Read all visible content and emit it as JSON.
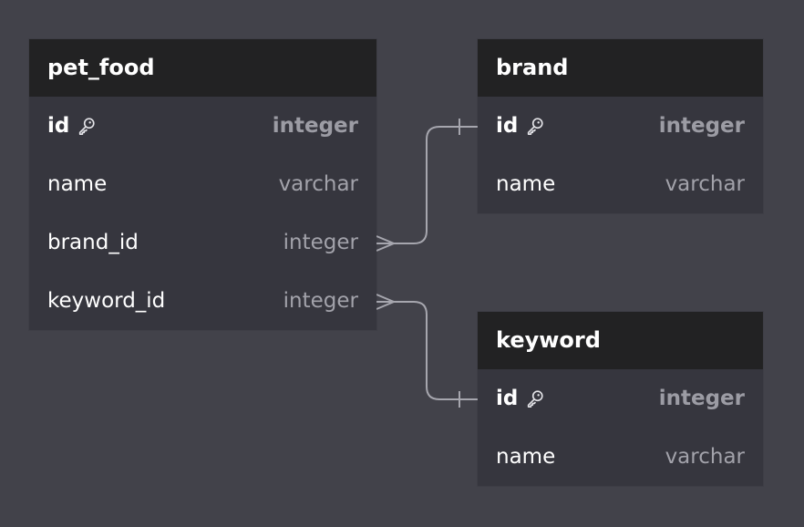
{
  "tables": {
    "pet_food": {
      "name": "pet_food",
      "columns": [
        {
          "name": "id",
          "type": "integer",
          "pk": true
        },
        {
          "name": "name",
          "type": "varchar",
          "pk": false
        },
        {
          "name": "brand_id",
          "type": "integer",
          "pk": false
        },
        {
          "name": "keyword_id",
          "type": "integer",
          "pk": false
        }
      ]
    },
    "brand": {
      "name": "brand",
      "columns": [
        {
          "name": "id",
          "type": "integer",
          "pk": true
        },
        {
          "name": "name",
          "type": "varchar",
          "pk": false
        }
      ]
    },
    "keyword": {
      "name": "keyword",
      "columns": [
        {
          "name": "id",
          "type": "integer",
          "pk": true
        },
        {
          "name": "name",
          "type": "varchar",
          "pk": false
        }
      ]
    }
  },
  "relations": [
    {
      "from": "pet_food.brand_id",
      "to": "brand.id",
      "from_end": "many",
      "to_end": "one"
    },
    {
      "from": "pet_food.keyword_id",
      "to": "keyword.id",
      "from_end": "many",
      "to_end": "one"
    }
  ],
  "colors": {
    "canvas": "#42424a",
    "header": "#222223",
    "body": "#36363e",
    "connector": "#a6a6ae"
  }
}
